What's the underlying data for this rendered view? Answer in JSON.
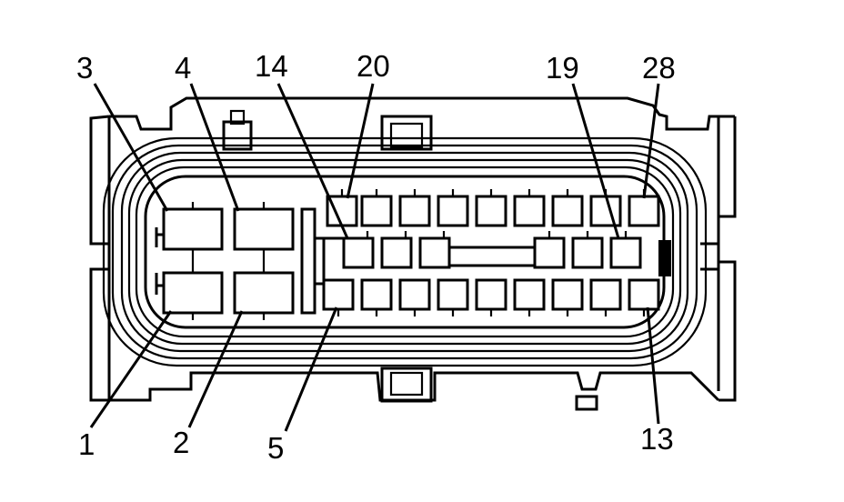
{
  "pin_labels": {
    "p1": "1",
    "p2": "2",
    "p3": "3",
    "p4": "4",
    "p5": "5",
    "p13": "13",
    "p14": "14",
    "p19": "19",
    "p20": "20",
    "p28": "28"
  }
}
